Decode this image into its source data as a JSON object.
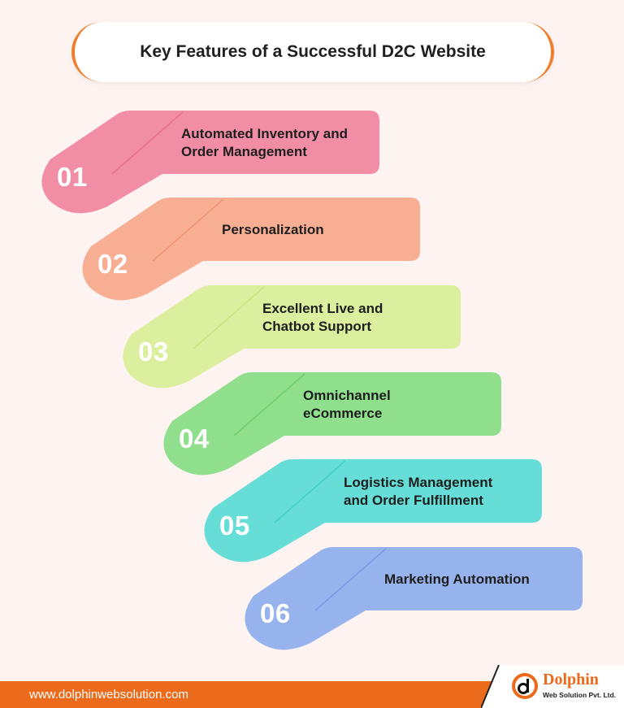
{
  "title": "Key Features of a Successful D2C Website",
  "features": [
    {
      "number": "01",
      "label_lines": [
        "Automated Inventory and",
        "Order Management"
      ],
      "color": "#f18ea6",
      "accent": "#e9708f"
    },
    {
      "number": "02",
      "label_lines": [
        "Personalization"
      ],
      "color": "#f7ae93",
      "accent": "#ef9474"
    },
    {
      "number": "03",
      "label_lines": [
        "Excellent Live and",
        "Chatbot Support"
      ],
      "color": "#dcef9e",
      "accent": "#c9e37e"
    },
    {
      "number": "04",
      "label_lines": [
        "Omnichannel",
        "eCommerce"
      ],
      "color": "#8fdf8d",
      "accent": "#6fcf6d"
    },
    {
      "number": "05",
      "label_lines": [
        "Logistics Management",
        "and Order Fulfillment"
      ],
      "color": "#66ded7",
      "accent": "#40cfc7"
    },
    {
      "number": "06",
      "label_lines": [
        "Marketing Automation"
      ],
      "color": "#97b3ee",
      "accent": "#7a9ae4"
    }
  ],
  "footer": {
    "url": "www.dolphinwebsolution.com",
    "bar_color": "#ec6a1c"
  },
  "logo": {
    "name": "Dolphin",
    "tagline": "Web Solution Pvt. Ltd."
  }
}
